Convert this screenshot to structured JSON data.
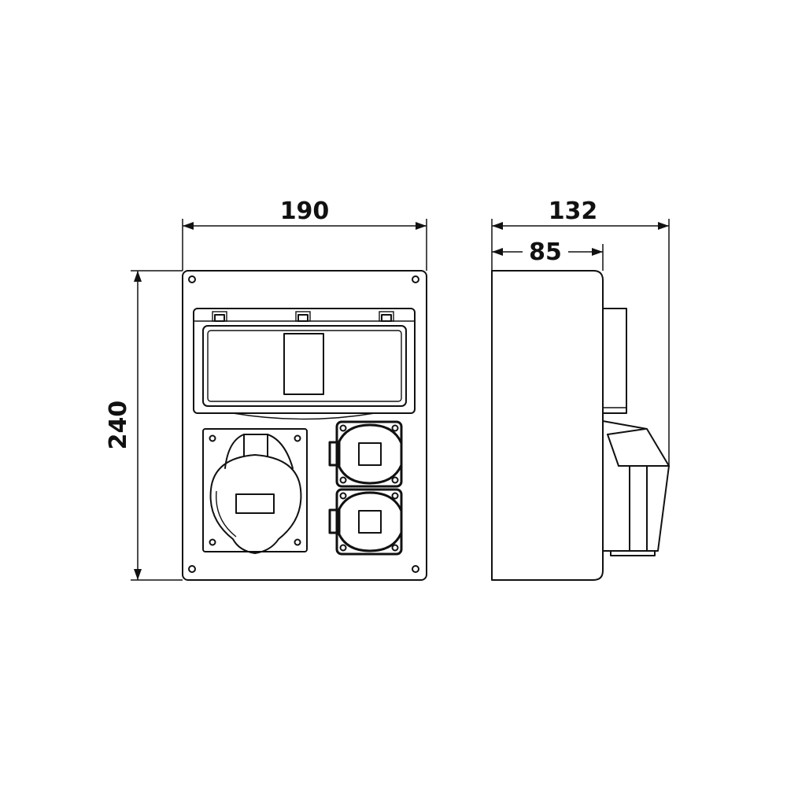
{
  "dimensions": {
    "width": "190",
    "height": "240",
    "depth_total": "132",
    "depth_body": "85"
  },
  "colors": {
    "line": "#111111",
    "background": "#ffffff"
  }
}
